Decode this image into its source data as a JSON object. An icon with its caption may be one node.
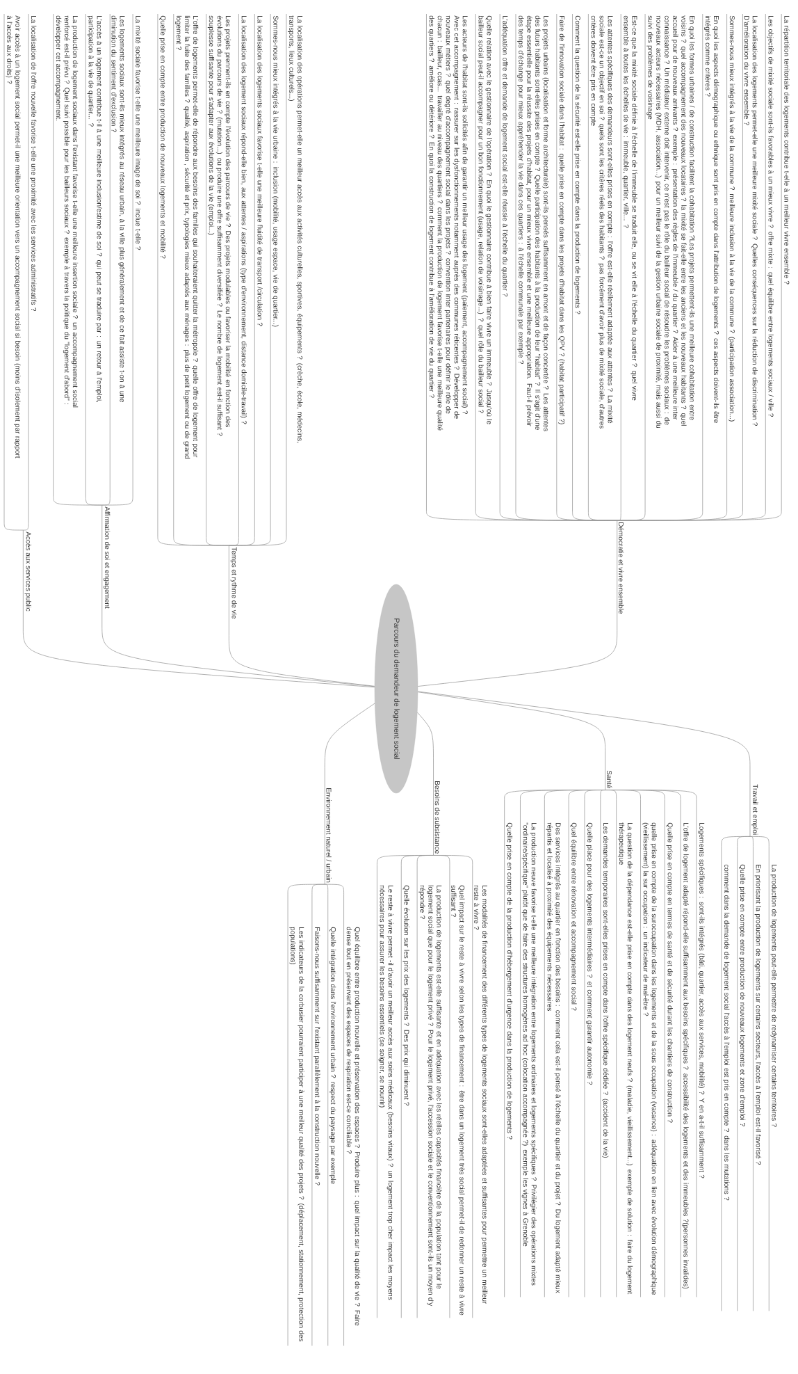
{
  "diagram": {
    "nodes": [
      {
        "text": [
          "Parcours du demandeur de logement social"
        ]
      },
      {
        "text": [
          "Démocratie et vivre ensemble"
        ]
      },
      {
        "text": [
          "La répartition territoriale des logements contribue t-elle à un meilleur vivre ensemble ?"
        ]
      },
      {
        "text": [
          "Les objectifs de mixité sociale sont-ils favorables à un mieux vivre ? offre mixte : quel équilibre entre logements sociaux / ville ?"
        ]
      },
      {
        "text": [
          "La localisation des logements permet-elle une meilleure mixité sociale ? Quelles conséquences sur la réduction de discrimination ? D'amélioration du vivre ensemble ?"
        ]
      },
      {
        "text": [
          "Sommes-nous mieux intégrés à la vie de la commune ? meilleure inclusion à la vie de la commune ? (participation association...)"
        ]
      },
      {
        "text": [
          "En quoi les aspects démographique ou ethnique sont pris en compte dans l'attribution de logements ? ces aspects doivent-ils être intégrés comme critères ?"
        ]
      },
      {
        "text": [
          "En quoi les formes urbaines / de construction facilitent la cohabitation ?Les projets permettent-ils une meilleure cohabitation entre voisins ? quel accompagnement des nouveaux locataires ? la mixité se fait-elle entre les anciens et les nouveaux habitants ? quel accueil pour de nouveaux arrivants ? exemple : présentation des règles de l'immeuble / du quartier ? Aider à une meilleure inter connaissance ? Un médiateur externe doit intervenir, ce n'est pas le rôle du bailleur social de résoudre les problèmes sociaux : de nouveaux acteurs nécessaires (MDH, association...) pour un meilleur suivi de la gestion urbaine sociale de proximité, mais aussi du suivi des problèmes de voisinage"
        ]
      },
      {
        "text": [
          "Est-ce que la mixité sociale définie à l'échelle de l'immeuble se traduit elle, ou se vit elle à l'échelle du quartier ? quel vivre ensemble à toutes les échelles de vie : immeuble, quartier, ville... ?"
        ]
      },
      {
        "text": [
          "Les attentes spécifiques des demandeurs sont-elles prises en compte : l'offre est-elle réellement adaptée aux attentes ? La mixité sociale est-ce un objectif en soi ? quels sont les critères réels des habitants ? pas forcément d'avoir plus de mixité sociale, d'autres critères doivent être pris en compte"
        ]
      },
      {
        "text": [
          "Comment la question de la sécurité est-elle prise en compte dans la production de logements ?"
        ]
      },
      {
        "text": [
          "Faire de l'innovation sociale dans l'habitat : quelle prise en compte dans les projets d'habitat dans les QPV ? (habitat participatif ?)"
        ]
      },
      {
        "text": [
          "Les projets urbains (localisation et forme architecturale) sont-ils pensés suffisamment en amont et de façon concertée ? Les attentes des futurs habitants sont-elles prises en compte ? Quelle participation des habitants à la production de leur \"habitat\" ? Il s'agit d'une étape essentielle pour la réussite des projets d'habitat, pour un mieux vivre ensemble et une meilleure appropriation. Faut-il prévoir des temps d'échange pour mieux appréhender la vie dans ces quartiers : à l'échelle communale par exemple ?"
        ]
      },
      {
        "text": [
          "L'adéquation offre et demande de logement social est-elle réussie à l'échelle du quartier ?"
        ]
      },
      {
        "text": [
          "Quelle relation avec le gestionnaire de l'opération ? En quoi le gestionnaire contribue à bien faire vivre un immeuble ? Jusqu'où le bailleur social peut-il accompagner pour un bon fonctionnement (usage, relation de voisinage...) ? quel rôle du bailleur social ?"
        ]
      },
      {
        "text": [
          "Les acteurs de l'habitat sont-ils sollicités afin de garantir un meilleur usage des logement (paiement, accompagnement social) ? Avec cet accompagnement : rassurer sur les dysfonctionnements notamment auprès des communes réticentes ? Développer de nouveaux métiers ? quel degré d'accompagnement social dans les projets ? convention inter partenaires pour définir le rôle de chacun : bailleur, ccas... travailler au niveau des quartiers ? comment la production de logement favorise t-elle une meilleure qualité des quartiers ? améliore ou détériore ? En quoi la construction de logement contribue à l'amélioration de vie du quartier ?"
        ]
      },
      {
        "text": [
          "Temps et rythme de vie"
        ]
      },
      {
        "text": [
          "La localisation des opérations permet-elle un meilleur accès aux activités culturelles, sportives, équipements ? (crèche, école, médecins, transports, lieux culturels...)"
        ]
      },
      {
        "text": [
          "Sommes-nous mieux intégrés à la vie urbaine : inclusion (mobilité, usage espace, vie de quartier...)"
        ]
      },
      {
        "text": [
          "La localisation des logements sociaux favorise t-elle une meilleure fluidité de transport /circulation ?"
        ]
      },
      {
        "text": [
          "La localisation des logement sociaux répond-elle bien, aux attentes / aspirations (type d'environnement, distance domicile-travail) ?"
        ]
      },
      {
        "text": [
          "Les projets prennent-ils en compte l'évolution des parcours de vie ? Des projets modulables ou favoriser la mobilité en fonction des évolutions du parcours de vie ? (mutation...) ou produire une offre suffisamment diversifiée ? Le nombre de logement est-il suffisant ? souplesse suffisante pour s'adapter aux évolutions de la vie (emploi...)"
        ]
      },
      {
        "text": [
          "L'offre de logements permet-elle de répondre aux besoins des familles qui souhaiteraient quitter la métropole ? quelle offre de logement pour limiter la fuite des familles ? qualité, aspiration , sécurité et prix, typologies mieux adaptés aux ménages : plus de petit logement ou de grand logement ?"
        ]
      },
      {
        "text": [
          "Quelle prise en compte entre production de nouveaux logements et mobilité ?"
        ]
      },
      {
        "text": [
          "Affirmation de soi et engagement"
        ]
      },
      {
        "text": [
          "La mixité sociale favorise t-elle une meilleure image de soi ? inclue t-elle ?"
        ]
      },
      {
        "text": [
          "Les logements sociaux sont-ils mieux intégrés au réseau urbain, à la ville plus généralement et de ce fait assiste t-on à une diminution du sentiment d'exclusion ?"
        ]
      },
      {
        "text": [
          "L'accès à un logement contribue t-il à une meilleure inclusion/estime de soi ? qui peut se traduire par : un retour à l'emploi, participation à la vie de quartier... ?"
        ]
      },
      {
        "text": [
          "La production de logement sociaux dans l'existant favorise t-elle une meilleure insertion sociale ? un accompagnement social renforcé est-il prévu ? Quel suivi possible pour les bailleurs sociaux ? exemple à travers la politique du \"logement d'abord\" : développer cet accompagnement."
        ]
      },
      {
        "text": [
          "Accès aux services public"
        ]
      },
      {
        "text": [
          "La localisation de l'offre nouvelle favorise t-elle une proximité avec les services administratifs ?"
        ]
      },
      {
        "text": [
          "Avoir accès à un logement social permet-il une meilleure orientation vers un accompagnement social si besoin (moins d'isolement par rapport à l'accès aux droits) ?"
        ]
      },
      {
        "text": [
          "Travail et emploi"
        ]
      },
      {
        "text": [
          "La production de logements peut-elle permettre de redynamiser certains territoires ?"
        ]
      },
      {
        "text": [
          "En priorisant la production de logements sur certains secteurs, l'accès à l'emploi est-il favorisé ?"
        ]
      },
      {
        "text": [
          "Quelle prise en compte entre production de nouveaux logements et zone d'emploi ?"
        ]
      },
      {
        "text": [
          "comment dans la demande de logement social l'accès à l'emploi est pris en compte ? dans les mutations ?"
        ]
      },
      {
        "text": [
          "Santé"
        ]
      },
      {
        "text": [
          "Logements spécifiques : sont-ils intégrés (bâti, quartier, accès aux services, mobilité) ? Y en a-t-il suffisamment ?"
        ]
      },
      {
        "text": [
          "L'offre de logement adapté répond-elle suffisamment aux besoins spécifiques ? accessibilité des logements et des immeubles ?(personnes invalides)"
        ]
      },
      {
        "text": [
          "Quelle prise en compte en termes de santé et de sécurité durant les chantiers de construction ?"
        ]
      },
      {
        "text": [
          "quelle prise en compte de la suroccupation dans les logements et de la sous occupation (vacance) : adéquation en lien avec évolution démographique (vieillissement) la sur occupation : un indicateur de mal-être ?"
        ]
      },
      {
        "text": [
          "La question de la dépendance est-elle prise en compte dans des logement neufs ? (maladie, vieillissement...) exemple de solution : faire du logement thérapeutique"
        ]
      },
      {
        "text": [
          "Les demandes temporaires sont-elles prises en compte dans l'offre spécifique dédiée ? (accident de la vie)"
        ]
      },
      {
        "text": [
          "Quelle place pour des logements intermédiaires ? et comment garantir autonomie ?"
        ]
      },
      {
        "text": [
          "Quel équilibre entre rénovation et accompagnement social ?"
        ]
      },
      {
        "text": [
          "Des services intégrés au quartier en fonction des besoins : comment cela est-il pensé à l'échelle du quartier et du projet ? Du logement adapté mieux répartis et localisé à proximité des équipements nécessaires"
        ]
      },
      {
        "text": [
          "La production neuve favorise t-elle une meilleure intégration entre logements ordinaires et logements spécifiques ? Privilégier des opérations mixtes \"ordinaire/spécifique\" plutôt que de faire des structures homogènes ad hoc (colocation accompagnée ?) exemple les vignes à Grenoble"
        ]
      },
      {
        "text": [
          "Quelle prise en compte de la production d'hébergement d'urgence dans la production de logements ?"
        ]
      },
      {
        "text": [
          "Besoins de subsistance"
        ]
      },
      {
        "text": [
          "Les modalités de financement des différents types de logements sociaux sont-elles adaptées et suffisantes pour permettre un meilleur reste à vivre ?"
        ]
      },
      {
        "text": [
          "Quel impact sur le reste à vivre selon les types de financement : être dans un logement très social permet-il de redonner un reste à vivre suffisant ?"
        ]
      },
      {
        "text": [
          "La production de logements est-elle suffisante et en adéquation avec les réelles capacités financière de la population tant pour le logement social que pour le logement privé ? Pour le logement privé, l'accession sociale et le conventionnement sont-ils un moyen d'y répondre ?"
        ]
      },
      {
        "text": [
          "Quelle évolution sur les prix des logements ? Des prix qui diminuent ?"
        ]
      },
      {
        "text": [
          "Le reste à vivre permet -il d'avoir un meilleur accès aux soins médicaux (besoins vitaux) ? un logement trop cher impact les moyens nécessaires pour assurer les besoins essentiels (se soigner, se nourrir)"
        ]
      },
      {
        "text": [
          "Environnement naturel / urbain"
        ]
      },
      {
        "text": [
          "Quel équilibre entre production nouvelle et préservation des espaces ? Produire plus : quel impact sur la qualité de vie ? Faire dense tout en préservant des espaces de respiration est-ce conciliable ?"
        ]
      },
      {
        "text": [
          "Quelle intégration dans l'environnement urbain ? respect du paysage par exemple"
        ]
      },
      {
        "text": [
          "Faisons-nous suffisamment sur l'existant parallèlement à la construction nouvelle ?"
        ]
      },
      {
        "text": [
          "Les indicateurs de la corbusier pourraient participer à une meilleur qualité des projets ? (déplacement, stationnement, protection des populations)"
        ]
      }
    ],
    "edges": [
      {
        "from": 0,
        "to": 1,
        "arrow": "none"
      },
      {
        "from": 1,
        "to": 2,
        "arrow": "none"
      },
      {
        "from": 1,
        "to": 3,
        "arrow": "none"
      },
      {
        "from": 1,
        "to": 4,
        "arrow": "none"
      },
      {
        "from": 1,
        "to": 5,
        "arrow": "none"
      },
      {
        "from": 1,
        "to": 6,
        "arrow": "none"
      },
      {
        "from": 1,
        "to": 7,
        "arrow": "none"
      },
      {
        "from": 1,
        "to": 8,
        "arrow": "none"
      },
      {
        "from": 1,
        "to": 9,
        "arrow": "none"
      },
      {
        "from": 1,
        "to": 10,
        "arrow": "none"
      },
      {
        "from": 1,
        "to": 11,
        "arrow": "none"
      },
      {
        "from": 1,
        "to": 12,
        "arrow": "none"
      },
      {
        "from": 1,
        "to": 13,
        "arrow": "none"
      },
      {
        "from": 1,
        "to": 14,
        "arrow": "none"
      },
      {
        "from": 1,
        "to": 15,
        "arrow": "none"
      },
      {
        "from": 0,
        "to": 16,
        "arrow": "none"
      },
      {
        "from": 16,
        "to": 17,
        "arrow": "none"
      },
      {
        "from": 16,
        "to": 18,
        "arrow": "none"
      },
      {
        "from": 16,
        "to": 19,
        "arrow": "none"
      },
      {
        "from": 16,
        "to": 20,
        "arrow": "none"
      },
      {
        "from": 16,
        "to": 21,
        "arrow": "none"
      },
      {
        "from": 16,
        "to": 22,
        "arrow": "none"
      },
      {
        "from": 16,
        "to": 23,
        "arrow": "none"
      },
      {
        "from": 0,
        "to": 24,
        "arrow": "none"
      },
      {
        "from": 24,
        "to": 25,
        "arrow": "none"
      },
      {
        "from": 24,
        "to": 26,
        "arrow": "none"
      },
      {
        "from": 24,
        "to": 27,
        "arrow": "none"
      },
      {
        "from": 24,
        "to": 28,
        "arrow": "none"
      },
      {
        "from": 0,
        "to": 29,
        "arrow": "none"
      },
      {
        "from": 29,
        "to": 30,
        "arrow": "none"
      },
      {
        "from": 29,
        "to": 31,
        "arrow": "none"
      },
      {
        "from": 0,
        "to": 32,
        "arrow": "none"
      },
      {
        "from": 32,
        "to": 33,
        "arrow": "none"
      },
      {
        "from": 32,
        "to": 34,
        "arrow": "none"
      },
      {
        "from": 32,
        "to": 35,
        "arrow": "none"
      },
      {
        "from": 32,
        "to": 36,
        "arrow": "none"
      },
      {
        "from": 0,
        "to": 37,
        "arrow": "none"
      },
      {
        "from": 37,
        "to": 38,
        "arrow": "none"
      },
      {
        "from": 37,
        "to": 39,
        "arrow": "none"
      },
      {
        "from": 37,
        "to": 40,
        "arrow": "none"
      },
      {
        "from": 37,
        "to": 41,
        "arrow": "none"
      },
      {
        "from": 37,
        "to": 42,
        "arrow": "none"
      },
      {
        "from": 37,
        "to": 43,
        "arrow": "none"
      },
      {
        "from": 37,
        "to": 44,
        "arrow": "none"
      },
      {
        "from": 37,
        "to": 45,
        "arrow": "none"
      },
      {
        "from": 37,
        "to": 46,
        "arrow": "none"
      },
      {
        "from": 37,
        "to": 47,
        "arrow": "none"
      },
      {
        "from": 37,
        "to": 48,
        "arrow": "none"
      },
      {
        "from": 0,
        "to": 49,
        "arrow": "none"
      },
      {
        "from": 49,
        "to": 50,
        "arrow": "none"
      },
      {
        "from": 49,
        "to": 51,
        "arrow": "none"
      },
      {
        "from": 49,
        "to": 52,
        "arrow": "none"
      },
      {
        "from": 49,
        "to": 53,
        "arrow": "none"
      },
      {
        "from": 49,
        "to": 54,
        "arrow": "none"
      },
      {
        "from": 0,
        "to": 55,
        "arrow": "none"
      },
      {
        "from": 55,
        "to": 56,
        "arrow": "none"
      },
      {
        "from": 55,
        "to": 57,
        "arrow": "none"
      },
      {
        "from": 55,
        "to": 58,
        "arrow": "none"
      },
      {
        "from": 55,
        "to": 59,
        "arrow": "none"
      }
    ]
  }
}
